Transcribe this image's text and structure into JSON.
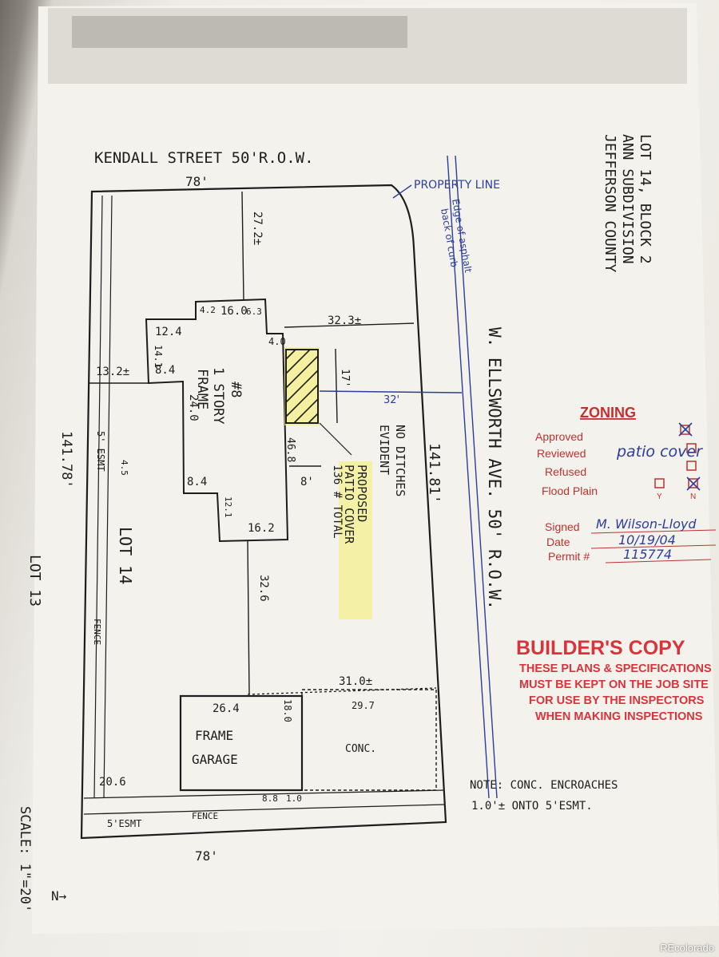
{
  "plat": {
    "street_top": "KENDALL STREET 50'R.O.W.",
    "street_right": "W. ELLSWORTH AVE. 50' R.O.W.",
    "top_width": "78'",
    "bottom_width": "78'",
    "left_depth": "141.78'",
    "right_depth": "141.81'",
    "lot_id_lines": [
      "LOT 14, BLOCK 2",
      "ANN SUBDIVISION",
      "JEFFERSON COUNTY"
    ],
    "lot_label": "LOT 14",
    "adjacent_lot": "LOT 13",
    "scale": "SCALE: 1\"=20'",
    "north_arrow": "N→",
    "house_line1": "1 STORY",
    "house_line2": "FRAME",
    "house_number": "#8",
    "garage_line1": "FRAME",
    "garage_line2": "GARAGE",
    "conc": "CONC.",
    "fence": "FENCE",
    "easement_bottom": "5'ESMT",
    "easement_left": "5' ESMT",
    "no_ditches_line1": "NO DITCHES",
    "no_ditches_line2": "EVIDENT",
    "proposed_line1": "PROPOSED",
    "proposed_line2": "PATIO COVER",
    "proposed_line3": "136 # TOTAL",
    "note_line1": "NOTE: CONC. ENCROACHES",
    "note_line2": "1.0'± ONTO 5'ESMT.",
    "dims": {
      "d_272": "27.2±",
      "d_16": "16.0",
      "d_6": "6.3",
      "d_4": "4.2",
      "d_12": "12.4",
      "d_14": "14.1",
      "d_84": "8.4",
      "d_132": "13.2±",
      "d_24": "24.0",
      "d_323": "32.3±",
      "d_40": "4.0",
      "d_17": "17'",
      "d_32": "32'",
      "d_468": "46.8",
      "d_8": "8'",
      "d_84b": "8.4",
      "d_12b": "12.1",
      "d_162": "16.2",
      "d_326": "32.6",
      "d_310": "31.0±",
      "d_264": "26.4",
      "d_180": "18.0",
      "d_297": "29.7",
      "d_206": "20.6",
      "d_8b": "8.8",
      "d_10": "1.0",
      "d_45": "4.5"
    }
  },
  "annotations": {
    "property_line": "PROPERTY LINE",
    "curb_line1": "Edge of asphalt",
    "curb_line2": "back of curb"
  },
  "zoning_stamp": {
    "title": "ZONING",
    "rows": [
      "Approved",
      "Reviewed",
      "Refused",
      "Flood Plain"
    ],
    "col_y": "Y",
    "col_n": "N",
    "note": "patio cover",
    "signed_label": "Signed",
    "signed_value": "M. Wilson-Lloyd",
    "date_label": "Date",
    "date_value": "10/19/04",
    "permit_label": "Permit #",
    "permit_value": "115774"
  },
  "builders_copy": {
    "title": "BUILDER'S COPY",
    "lines": [
      "THESE PLANS & SPECIFICATIONS",
      "MUST BE KEPT ON THE JOB SITE",
      "FOR USE BY THE INSPECTORS",
      "WHEN MAKING INSPECTIONS"
    ]
  },
  "credit": "REcolorado",
  "colors": {
    "ink": "#1d1d1d",
    "blue_pen": "#2c3e9a",
    "red_stamp": "#d8343c",
    "highlighter": "#f4ef6a"
  }
}
